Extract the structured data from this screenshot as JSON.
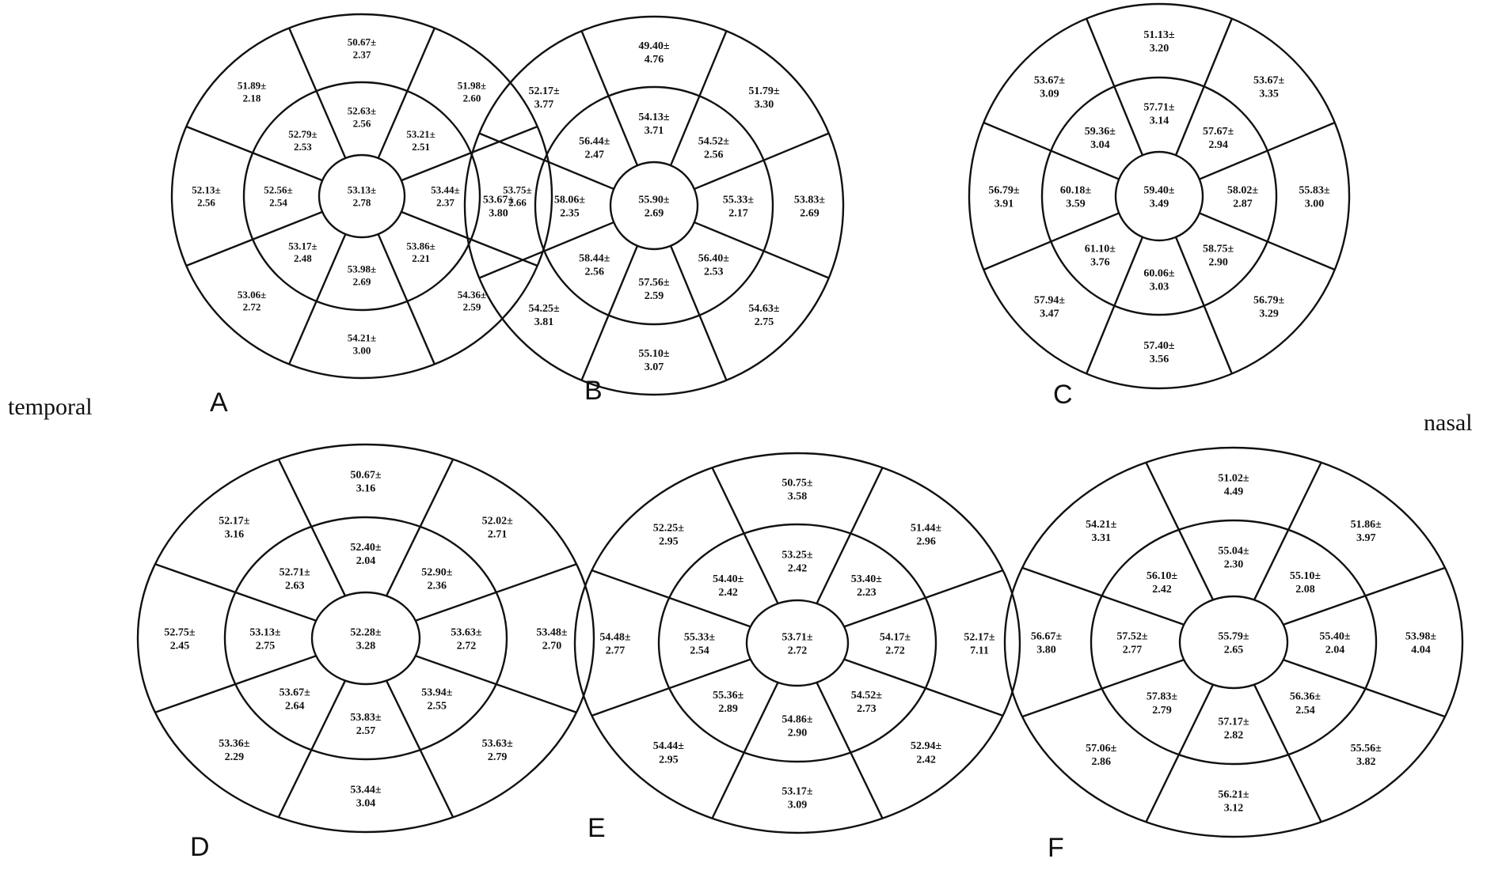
{
  "side_labels": {
    "left": "temporal",
    "right": "nasal"
  },
  "colors": {
    "line": "#111111",
    "text": "#111111",
    "background": "#ffffff"
  },
  "diagram_data": {
    "type": "sectored-ring-map",
    "panels": [
      {
        "letter": "A",
        "center": [
          "53.13±",
          "2.78"
        ],
        "inner": [
          [
            "52.63±",
            "2.56"
          ],
          [
            "53.21±",
            "2.51"
          ],
          [
            "53.44±",
            "2.37"
          ],
          [
            "53.86±",
            "2.21"
          ],
          [
            "53.98±",
            "2.69"
          ],
          [
            "53.17±",
            "2.48"
          ],
          [
            "52.56±",
            "2.54"
          ],
          [
            "52.79±",
            "2.53"
          ]
        ],
        "outer": [
          [
            "50.67±",
            "2.37"
          ],
          [
            "51.98±",
            "2.60"
          ],
          [
            "53.75±",
            "2.66"
          ],
          [
            "54.36±",
            "2.59"
          ],
          [
            "54.21±",
            "3.00"
          ],
          [
            "53.06±",
            "2.72"
          ],
          [
            "52.13±",
            "2.56"
          ],
          [
            "51.89±",
            "2.18"
          ]
        ]
      },
      {
        "letter": "B",
        "center": [
          "55.90±",
          "2.69"
        ],
        "inner": [
          [
            "54.13±",
            "3.71"
          ],
          [
            "54.52±",
            "2.56"
          ],
          [
            "55.33±",
            "2.17"
          ],
          [
            "56.40±",
            "2.53"
          ],
          [
            "57.56±",
            "2.59"
          ],
          [
            "58.44±",
            "2.56"
          ],
          [
            "58.06±",
            "2.35"
          ],
          [
            "56.44±",
            "2.47"
          ]
        ],
        "outer": [
          [
            "49.40±",
            "4.76"
          ],
          [
            "51.79±",
            "3.30"
          ],
          [
            "53.83±",
            "2.69"
          ],
          [
            "54.63±",
            "2.75"
          ],
          [
            "55.10±",
            "3.07"
          ],
          [
            "54.25±",
            "3.81"
          ],
          [
            "53.67±",
            "3.80"
          ],
          [
            "52.17±",
            "3.77"
          ]
        ]
      },
      {
        "letter": "C",
        "center": [
          "59.40±",
          "3.49"
        ],
        "inner": [
          [
            "57.71±",
            "3.14"
          ],
          [
            "57.67±",
            "2.94"
          ],
          [
            "58.02±",
            "2.87"
          ],
          [
            "58.75±",
            "2.90"
          ],
          [
            "60.06±",
            "3.03"
          ],
          [
            "61.10±",
            "3.76"
          ],
          [
            "60.18±",
            "3.59"
          ],
          [
            "59.36±",
            "3.04"
          ]
        ],
        "outer": [
          [
            "51.13±",
            "3.20"
          ],
          [
            "53.67±",
            "3.35"
          ],
          [
            "55.83±",
            "3.00"
          ],
          [
            "56.79±",
            "3.29"
          ],
          [
            "57.40±",
            "3.56"
          ],
          [
            "57.94±",
            "3.47"
          ],
          [
            "56.79±",
            "3.91"
          ],
          [
            "53.67±",
            "3.09"
          ]
        ]
      },
      {
        "letter": "D",
        "center": [
          "52.28±",
          "3.28"
        ],
        "inner": [
          [
            "52.40±",
            "2.04"
          ],
          [
            "52.90±",
            "2.36"
          ],
          [
            "53.63±",
            "2.72"
          ],
          [
            "53.94±",
            "2.55"
          ],
          [
            "53.83±",
            "2.57"
          ],
          [
            "53.67±",
            "2.64"
          ],
          [
            "53.13±",
            "2.75"
          ],
          [
            "52.71±",
            "2.63"
          ]
        ],
        "outer": [
          [
            "50.67±",
            "3.16"
          ],
          [
            "52.02±",
            "2.71"
          ],
          [
            "53.48±",
            "2.70"
          ],
          [
            "53.63±",
            "2.79"
          ],
          [
            "53.44±",
            "3.04"
          ],
          [
            "53.36±",
            "2.29"
          ],
          [
            "52.75±",
            "2.45"
          ],
          [
            "52.17±",
            "3.16"
          ]
        ]
      },
      {
        "letter": "E",
        "center": [
          "53.71±",
          "2.72"
        ],
        "inner": [
          [
            "53.25±",
            "2.42"
          ],
          [
            "53.40±",
            "2.23"
          ],
          [
            "54.17±",
            "2.72"
          ],
          [
            "54.52±",
            "2.73"
          ],
          [
            "54.86±",
            "2.90"
          ],
          [
            "55.36±",
            "2.89"
          ],
          [
            "55.33±",
            "2.54"
          ],
          [
            "54.40±",
            "2.42"
          ]
        ],
        "outer": [
          [
            "50.75±",
            "3.58"
          ],
          [
            "51.44±",
            "2.96"
          ],
          [
            "52.17±",
            "7.11"
          ],
          [
            "52.94±",
            "2.42"
          ],
          [
            "53.17±",
            "3.09"
          ],
          [
            "54.44±",
            "2.95"
          ],
          [
            "54.48±",
            "2.77"
          ],
          [
            "52.25±",
            "2.95"
          ]
        ]
      },
      {
        "letter": "F",
        "center": [
          "55.79±",
          "2.65"
        ],
        "inner": [
          [
            "55.04±",
            "2.30"
          ],
          [
            "55.10±",
            "2.08"
          ],
          [
            "55.40±",
            "2.04"
          ],
          [
            "56.36±",
            "2.54"
          ],
          [
            "57.17±",
            "2.82"
          ],
          [
            "57.83±",
            "2.79"
          ],
          [
            "57.52±",
            "2.77"
          ],
          [
            "56.10±",
            "2.42"
          ]
        ],
        "outer": [
          [
            "51.02±",
            "4.49"
          ],
          [
            "51.86±",
            "3.97"
          ],
          [
            "53.98±",
            "4.04"
          ],
          [
            "55.56±",
            "3.82"
          ],
          [
            "56.21±",
            "3.12"
          ],
          [
            "57.06±",
            "2.86"
          ],
          [
            "56.67±",
            "3.80"
          ],
          [
            "54.21±",
            "3.31"
          ]
        ]
      }
    ]
  }
}
